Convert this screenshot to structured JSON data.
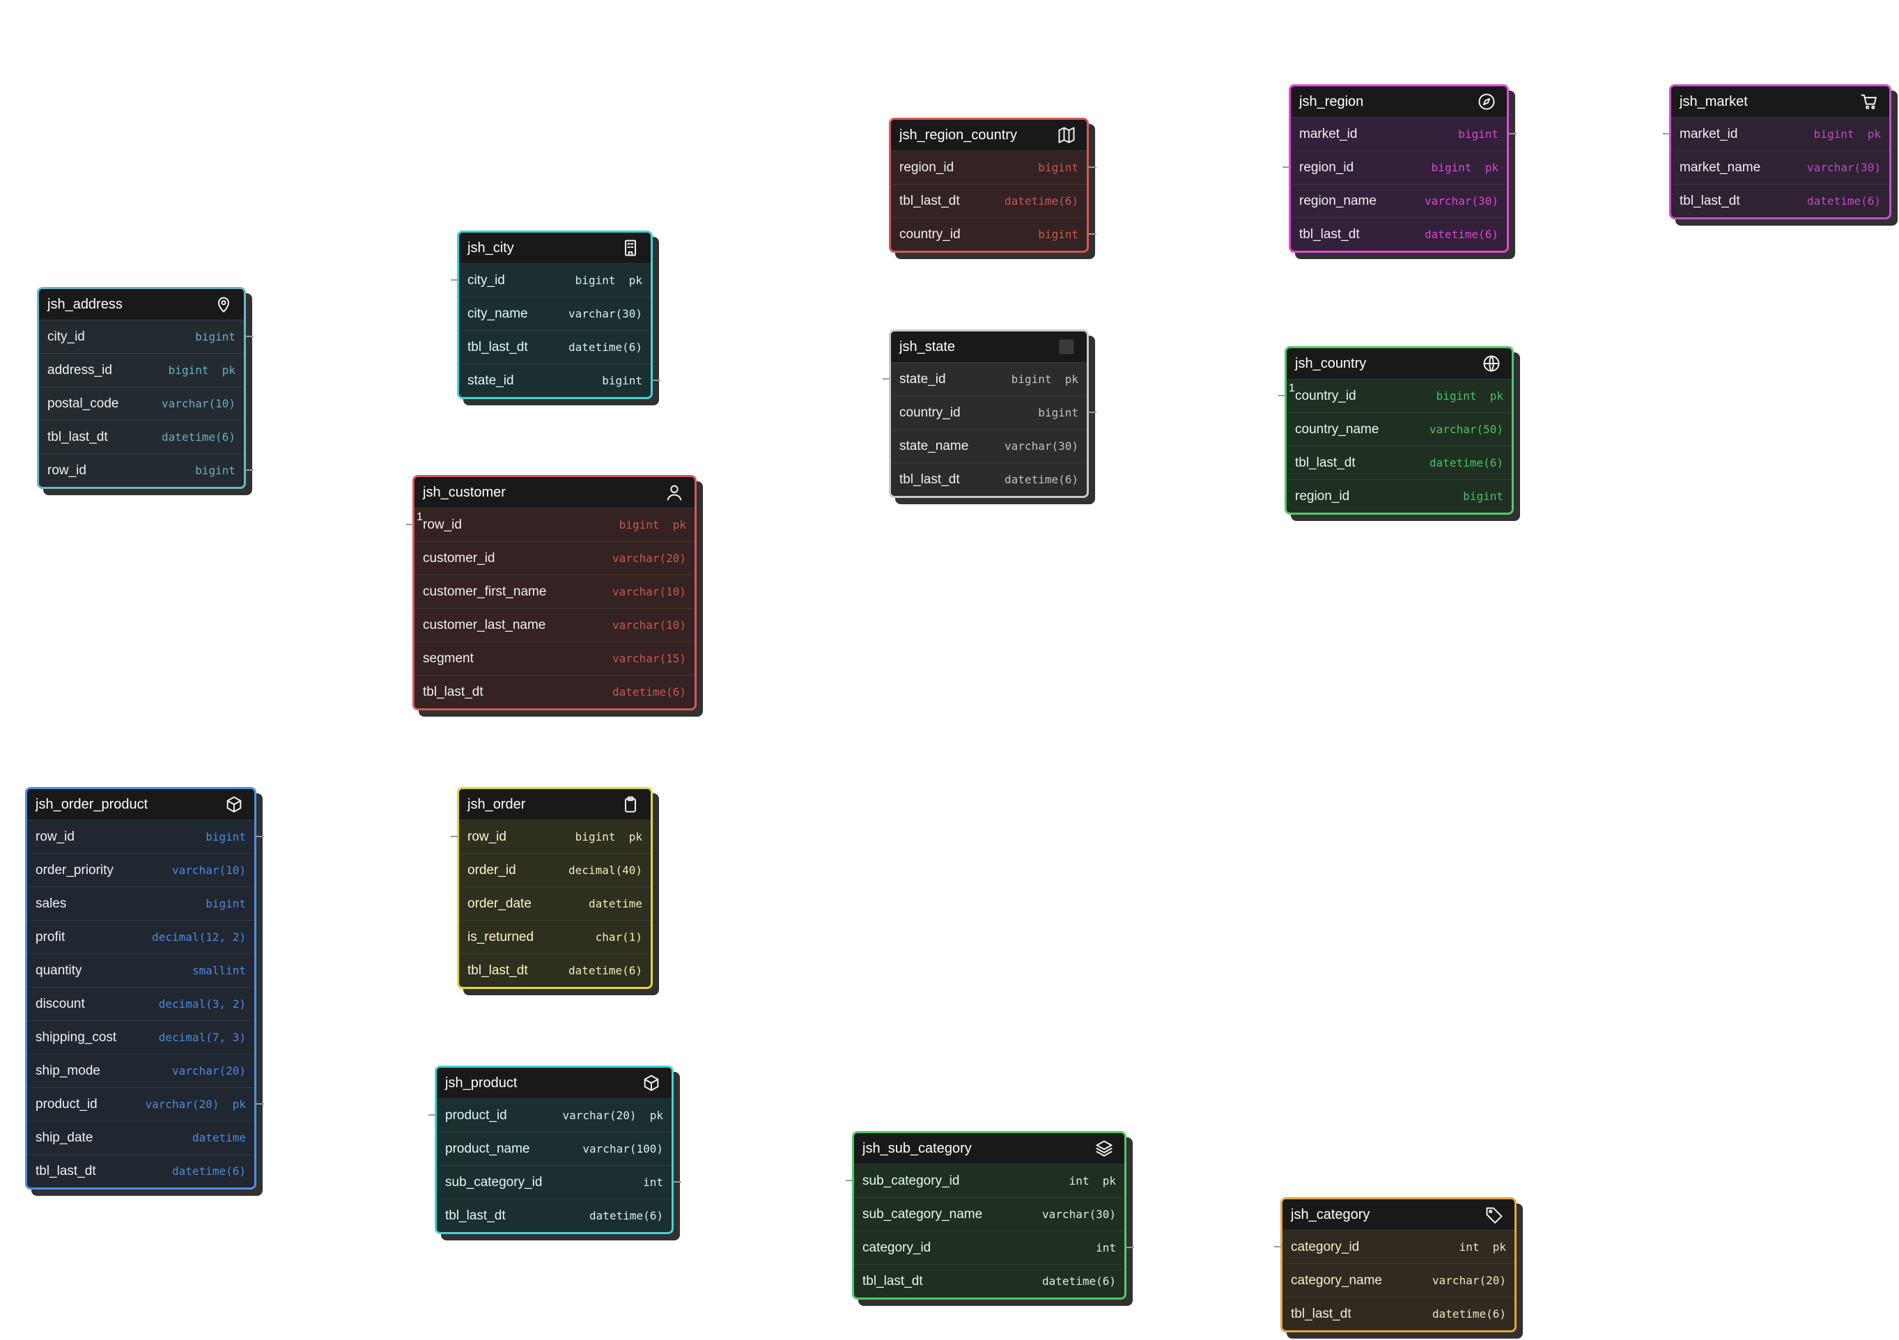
{
  "tables": [
    {
      "id": "jsh_address",
      "title": "jsh_address",
      "icon": "map-pin-icon",
      "color": "#6fb3cc",
      "bg": "#242b30",
      "highlight": "",
      "columns": [
        {
          "name": "city_id",
          "type": "bigint",
          "conn": "r"
        },
        {
          "name": "address_id",
          "type": "bigint  pk"
        },
        {
          "name": "postal_code",
          "type": "varchar(10)"
        },
        {
          "name": "tbl_last_dt",
          "type": "datetime(6)"
        },
        {
          "name": "row_id",
          "type": "bigint",
          "conn": "r"
        }
      ]
    },
    {
      "id": "jsh_city",
      "title": "jsh_city",
      "icon": "building-icon",
      "color": "#3fd5d5",
      "bg": "#1b2e30",
      "highlight": "#dffafa",
      "columns": [
        {
          "name": "city_id",
          "type": "bigint  pk",
          "conn": "l"
        },
        {
          "name": "city_name",
          "type": "varchar(30)"
        },
        {
          "name": "tbl_last_dt",
          "type": "datetime(6)"
        },
        {
          "name": "state_id",
          "type": "bigint",
          "conn": "r"
        }
      ]
    },
    {
      "id": "jsh_customer",
      "title": "jsh_customer",
      "icon": "user-icon",
      "color": "#d05a56",
      "bg": "#342322",
      "highlight": "",
      "columns": [
        {
          "name": "row_id",
          "type": "bigint  pk",
          "conn": "l",
          "one": "1"
        },
        {
          "name": "customer_id",
          "type": "varchar(20)"
        },
        {
          "name": "customer_first_name",
          "type": "varchar(10)"
        },
        {
          "name": "customer_last_name",
          "type": "varchar(10)"
        },
        {
          "name": "segment",
          "type": "varchar(15)"
        },
        {
          "name": "tbl_last_dt",
          "type": "datetime(6)"
        }
      ]
    },
    {
      "id": "jsh_order_product",
      "title": "jsh_order_product",
      "icon": "box-icon",
      "color": "#4f8fe8",
      "bg": "#212731",
      "highlight": "",
      "columns": [
        {
          "name": "row_id",
          "type": "bigint",
          "conn": "r"
        },
        {
          "name": "order_priority",
          "type": "varchar(10)"
        },
        {
          "name": "sales",
          "type": "bigint"
        },
        {
          "name": "profit",
          "type": "decimal(12, 2)"
        },
        {
          "name": "quantity",
          "type": "smallint"
        },
        {
          "name": "discount",
          "type": "decimal(3, 2)"
        },
        {
          "name": "shipping_cost",
          "type": "decimal(7, 3)"
        },
        {
          "name": "ship_mode",
          "type": "varchar(20)"
        },
        {
          "name": "product_id",
          "type": "varchar(20)  pk",
          "conn": "r"
        },
        {
          "name": "ship_date",
          "type": "datetime"
        },
        {
          "name": "tbl_last_dt",
          "type": "datetime(6)"
        }
      ]
    },
    {
      "id": "jsh_order",
      "title": "jsh_order",
      "icon": "clipboard-icon",
      "color": "#e2d63c",
      "bg": "#2f2f1f",
      "highlight": "#fbf6c6",
      "columns": [
        {
          "name": "row_id",
          "type": "bigint  pk",
          "conn": "l"
        },
        {
          "name": "order_id",
          "type": "decimal(40)"
        },
        {
          "name": "order_date",
          "type": "datetime"
        },
        {
          "name": "is_returned",
          "type": "char(1)"
        },
        {
          "name": "tbl_last_dt",
          "type": "datetime(6)"
        }
      ]
    },
    {
      "id": "jsh_product",
      "title": "jsh_product",
      "icon": "cube-icon",
      "color": "#3fd5d5",
      "bg": "#1b2e30",
      "highlight": "#dffafa",
      "columns": [
        {
          "name": "product_id",
          "type": "varchar(20)  pk",
          "conn": "l"
        },
        {
          "name": "product_name",
          "type": "varchar(100)"
        },
        {
          "name": "sub_category_id",
          "type": "int",
          "conn": "r"
        },
        {
          "name": "tbl_last_dt",
          "type": "datetime(6)"
        }
      ]
    },
    {
      "id": "jsh_region_country",
      "title": "jsh_region_country",
      "icon": "map-icon",
      "color": "#d05a56",
      "bg": "#342322",
      "highlight": "",
      "columns": [
        {
          "name": "region_id",
          "type": "bigint",
          "conn": "r"
        },
        {
          "name": "tbl_last_dt",
          "type": "datetime(6)"
        },
        {
          "name": "country_id",
          "type": "bigint",
          "conn": "r"
        }
      ]
    },
    {
      "id": "jsh_state",
      "title": "jsh_state",
      "icon": "square-icon",
      "color": "#c9c9c9",
      "bg": "#2c2c2c",
      "highlight": "",
      "columns": [
        {
          "name": "state_id",
          "type": "bigint  pk",
          "conn": "l"
        },
        {
          "name": "country_id",
          "type": "bigint",
          "conn": "r"
        },
        {
          "name": "state_name",
          "type": "varchar(30)"
        },
        {
          "name": "tbl_last_dt",
          "type": "datetime(6)"
        }
      ]
    },
    {
      "id": "jsh_sub_category",
      "title": "jsh_sub_category",
      "icon": "layers-icon",
      "color": "#4fc96a",
      "bg": "#1f3022",
      "highlight": "#e4fbe8",
      "columns": [
        {
          "name": "sub_category_id",
          "type": "int  pk",
          "conn": "l"
        },
        {
          "name": "sub_category_name",
          "type": "varchar(30)"
        },
        {
          "name": "category_id",
          "type": "int",
          "conn": "r"
        },
        {
          "name": "tbl_last_dt",
          "type": "datetime(6)"
        }
      ]
    },
    {
      "id": "jsh_region",
      "title": "jsh_region",
      "icon": "compass-icon",
      "color": "#e04ad8",
      "bg": "#33203a",
      "highlight": "",
      "columns": [
        {
          "name": "market_id",
          "type": "bigint",
          "conn": "r"
        },
        {
          "name": "region_id",
          "type": "bigint  pk",
          "conn": "l"
        },
        {
          "name": "region_name",
          "type": "varchar(30)"
        },
        {
          "name": "tbl_last_dt",
          "type": "datetime(6)"
        }
      ]
    },
    {
      "id": "jsh_country",
      "title": "jsh_country",
      "icon": "globe-icon",
      "color": "#4fc96a",
      "bg": "#1f3022",
      "highlight": "",
      "columns": [
        {
          "name": "country_id",
          "type": "bigint  pk",
          "conn": "l",
          "one": "1"
        },
        {
          "name": "country_name",
          "type": "varchar(50)"
        },
        {
          "name": "tbl_last_dt",
          "type": "datetime(6)"
        },
        {
          "name": "region_id",
          "type": "bigint"
        }
      ]
    },
    {
      "id": "jsh_market",
      "title": "jsh_market",
      "icon": "cart-icon",
      "color": "#c64ecf",
      "bg": "#2f2233",
      "highlight": "",
      "columns": [
        {
          "name": "market_id",
          "type": "bigint  pk",
          "conn": "l"
        },
        {
          "name": "market_name",
          "type": "varchar(30)"
        },
        {
          "name": "tbl_last_dt",
          "type": "datetime(6)"
        }
      ]
    },
    {
      "id": "jsh_category",
      "title": "jsh_category",
      "icon": "tag-icon",
      "color": "#e5a53e",
      "bg": "#302a21",
      "highlight": "#fbeccf",
      "columns": [
        {
          "name": "category_id",
          "type": "int  pk",
          "conn": "l"
        },
        {
          "name": "category_name",
          "type": "varchar(20)"
        },
        {
          "name": "tbl_last_dt",
          "type": "datetime(6)"
        }
      ]
    }
  ]
}
